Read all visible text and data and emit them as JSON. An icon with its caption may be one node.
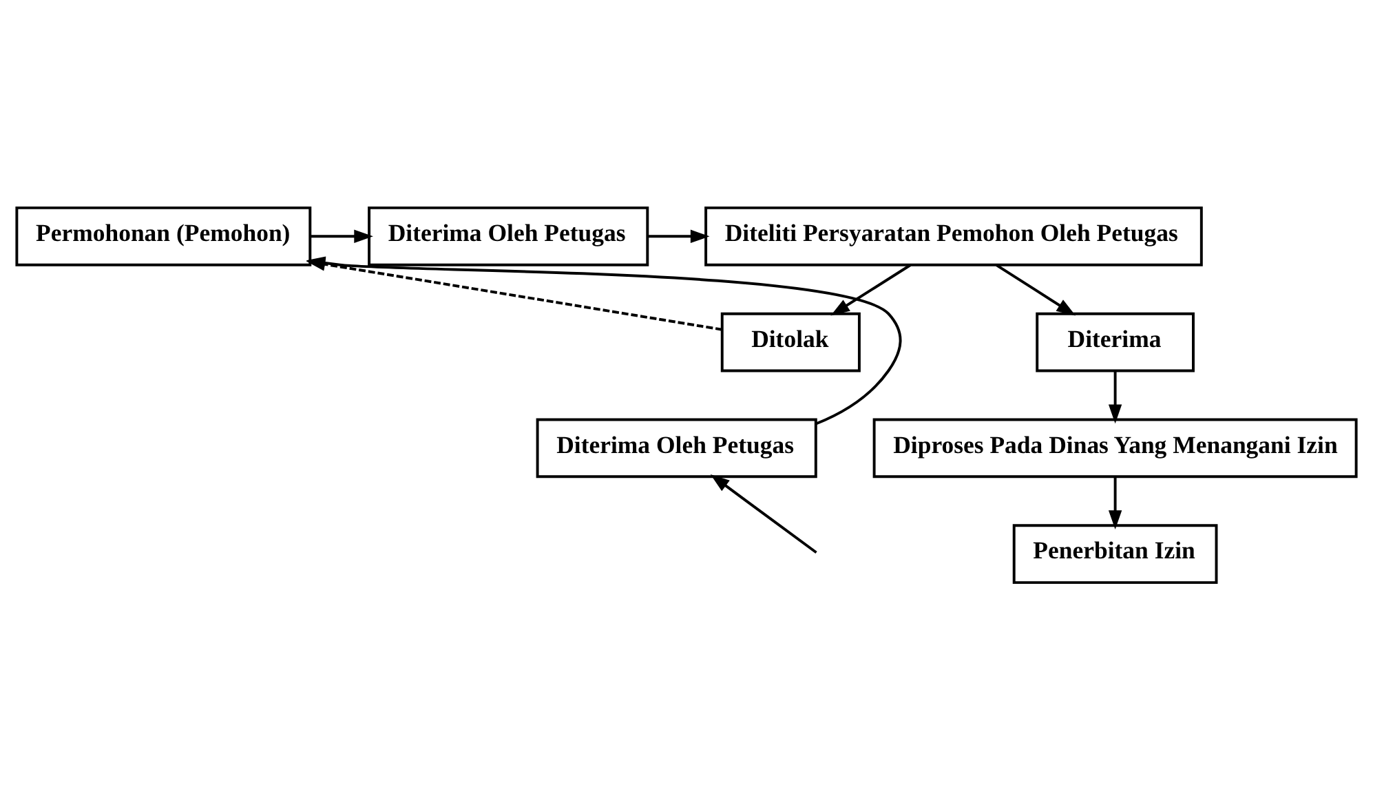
{
  "diagram": {
    "nodes": [
      {
        "text": [
          "Permohonan (Pemohon)"
        ]
      },
      {
        "text": [
          "Diterima Oleh Petugas"
        ]
      },
      {
        "text": [
          "Diteliti Persyaratan Pemohon Oleh Petugas"
        ]
      },
      {
        "text": [
          "Ditolak"
        ]
      },
      {
        "text": [
          "Diterima"
        ]
      },
      {
        "text": [
          "Diproses Pada Dinas Yang Menangani Izin"
        ]
      },
      {
        "text": [
          "Penerbitan Izin"
        ]
      },
      {
        "text": [
          "Diterima Oleh Petugas"
        ]
      }
    ],
    "edges": [
      {
        "from": 0,
        "to": 1,
        "arrow": "to"
      },
      {
        "from": 1,
        "to": 2,
        "arrow": "to"
      },
      {
        "from": 2,
        "to": 3,
        "arrow": "to"
      },
      {
        "from": 2,
        "to": 4,
        "arrow": "to"
      },
      {
        "from": 3,
        "to": 0,
        "arrow": "to",
        "style": "dashed"
      },
      {
        "from": 4,
        "to": 5,
        "arrow": "to"
      },
      {
        "from": 5,
        "to": 6,
        "arrow": "to"
      },
      {
        "from": 7,
        "to": 0,
        "arrow": "to"
      },
      {
        "from": null,
        "to": 7,
        "arrow": "to"
      }
    ]
  }
}
